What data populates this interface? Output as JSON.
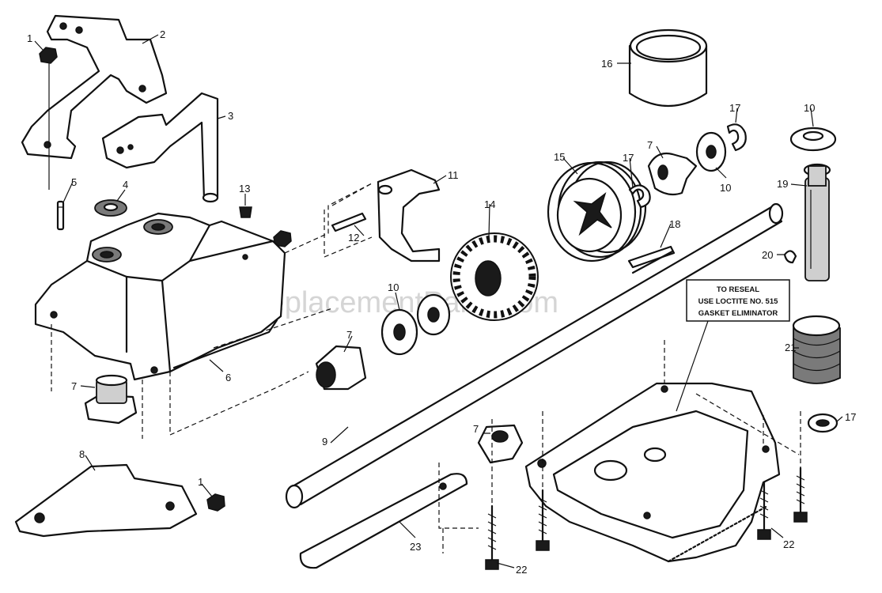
{
  "watermark": "eReplacementParts.com",
  "note": {
    "line1": "TO RESEAL",
    "line2": "USE LOCTITE NO. 515",
    "line3": "GASKET ELIMINATOR"
  },
  "callouts": {
    "c1a": "1",
    "c2": "2",
    "c3": "3",
    "c4": "4",
    "c5": "5",
    "c13": "13",
    "c6": "6",
    "c7a": "7",
    "c8": "8",
    "c1b": "1",
    "c12": "12",
    "c11": "11",
    "c14": "14",
    "c15": "15",
    "c16": "16",
    "c17a": "17",
    "c17b": "17",
    "c7b": "7",
    "c10a": "10",
    "c10b": "10",
    "c10c": "10",
    "c19": "19",
    "c18": "18",
    "c20": "20",
    "c7c": "7",
    "c9": "9",
    "c21": "21",
    "c17c": "17",
    "c7d": "7",
    "c23": "23",
    "c22a": "22",
    "c22b": "22"
  }
}
